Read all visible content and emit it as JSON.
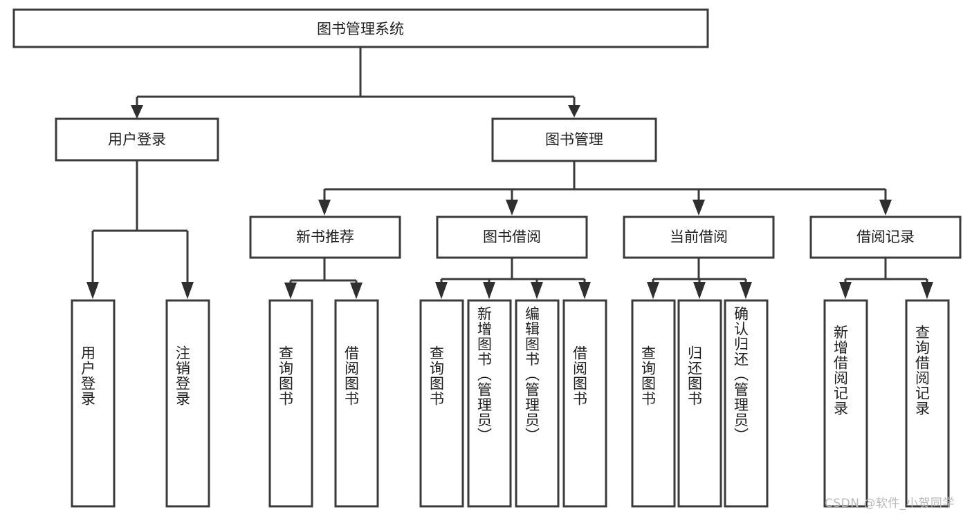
{
  "diagram": {
    "title_node": {
      "label": "图书管理系统"
    },
    "level2": [
      {
        "id": "user-login",
        "label": "用户登录"
      },
      {
        "id": "book-manage",
        "label": "图书管理"
      }
    ],
    "level3": [
      {
        "id": "new-book-recommend",
        "label": "新书推荐"
      },
      {
        "id": "book-borrow",
        "label": "图书借阅"
      },
      {
        "id": "current-borrow",
        "label": "当前借阅"
      },
      {
        "id": "borrow-record",
        "label": "借阅记录"
      }
    ],
    "leaves": [
      {
        "id": "leaf-user-login",
        "label": "用户登录",
        "parent": "user-login"
      },
      {
        "id": "leaf-logout-login",
        "label": "注销登录",
        "parent": "user-login"
      },
      {
        "id": "leaf-query-book-1",
        "label": "查询图书",
        "parent": "new-book-recommend"
      },
      {
        "id": "leaf-borrow-book-1",
        "label": "借阅图书",
        "parent": "new-book-recommend"
      },
      {
        "id": "leaf-query-book-2",
        "label": "查询图书",
        "parent": "book-borrow"
      },
      {
        "id": "leaf-add-book",
        "label": "新增图书（管理员）",
        "parent": "book-borrow"
      },
      {
        "id": "leaf-edit-book",
        "label": "编辑图书（管理员）",
        "parent": "book-borrow"
      },
      {
        "id": "leaf-borrow-book-2",
        "label": "借阅图书",
        "parent": "book-borrow"
      },
      {
        "id": "leaf-query-book-3",
        "label": "查询图书",
        "parent": "current-borrow"
      },
      {
        "id": "leaf-return-book",
        "label": "归还图书",
        "parent": "current-borrow"
      },
      {
        "id": "leaf-confirm-return",
        "label": "确认归还（管理员）",
        "parent": "current-borrow"
      },
      {
        "id": "leaf-add-record",
        "label": "新增借阅记录",
        "parent": "borrow-record"
      },
      {
        "id": "leaf-query-record",
        "label": "查询借阅记录",
        "parent": "borrow-record"
      }
    ],
    "watermark": "CSDN @软件_小贺同学",
    "colors": {
      "stroke": "#3a3a3a",
      "arrow": "#2f2f2f",
      "box_fill": "#ffffff",
      "text": "#1f1f1f",
      "watermark": "#b9b9b9",
      "background": "#ffffff"
    }
  }
}
